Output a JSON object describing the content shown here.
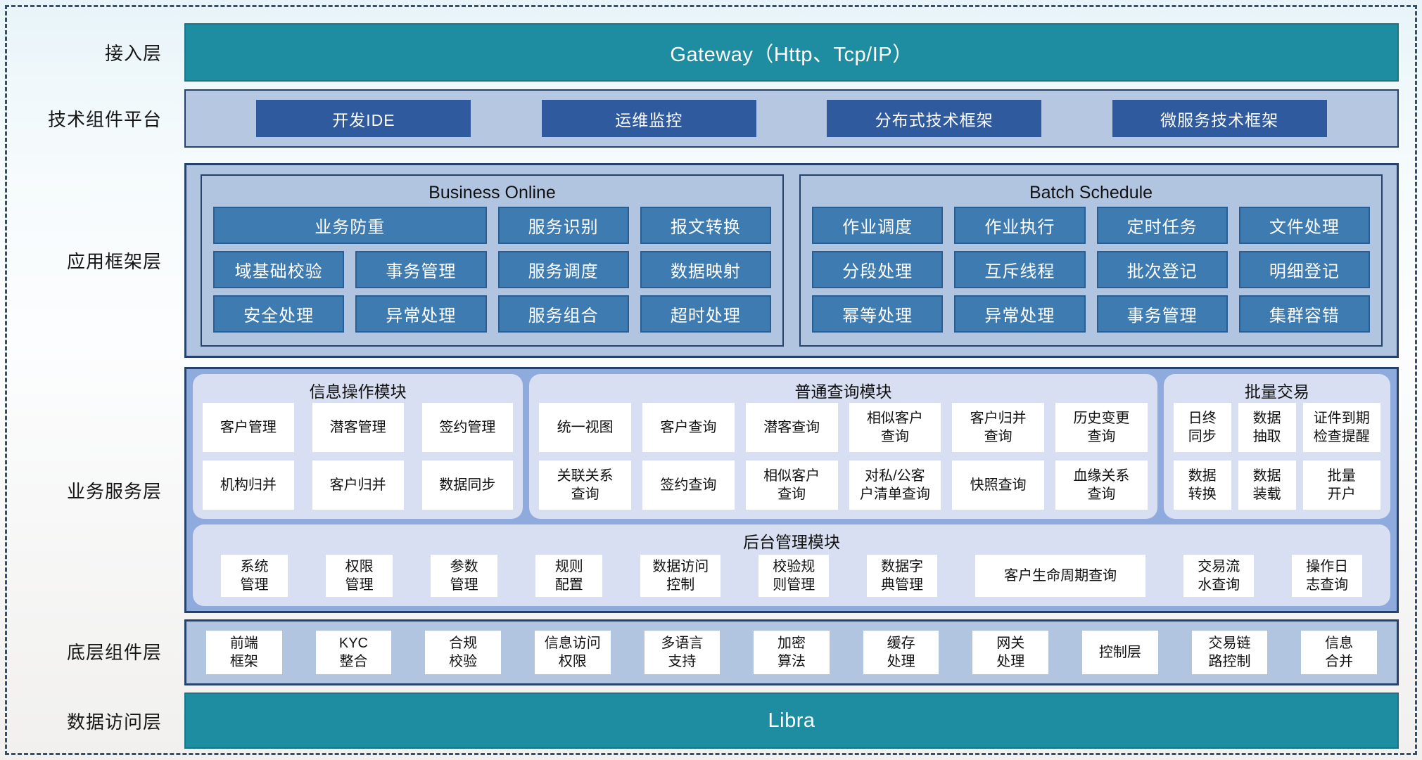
{
  "colors": {
    "teal_bar": "#1E8CA1",
    "dark_blue_button": "#2F5A9E",
    "steel_blue_button": "#3E7BB1",
    "container_light_blue": "#B2C5E0",
    "container_medium_blue": "#8FAADC",
    "panel_lavender": "#D8DFF2",
    "border_navy": "#24426B"
  },
  "access_layer": {
    "label": "接入层",
    "gateway": "Gateway（Http、Tcp/IP）"
  },
  "tech_platform": {
    "label": "技术组件平台",
    "buttons": [
      "开发IDE",
      "运维监控",
      "分布式技术框架",
      "微服务技术框架"
    ]
  },
  "app_framework": {
    "label": "应用框架层",
    "business_online": {
      "title": "Business Online",
      "buttons": [
        "业务防重",
        "服务识别",
        "报文转换",
        "域基础校验",
        "事务管理",
        "服务调度",
        "数据映射",
        "安全处理",
        "异常处理",
        "服务组合",
        "超时处理"
      ]
    },
    "batch_schedule": {
      "title": "Batch Schedule",
      "buttons": [
        "作业调度",
        "作业执行",
        "定时任务",
        "文件处理",
        "分段处理",
        "互斥线程",
        "批次登记",
        "明细登记",
        "幂等处理",
        "异常处理",
        "事务管理",
        "集群容错"
      ]
    }
  },
  "business_service": {
    "label": "业务服务层",
    "info_module": {
      "title": "信息操作模块",
      "buttons": [
        "客户管理",
        "潜客管理",
        "签约管理",
        "机构归并",
        "客户归并",
        "数据同步"
      ]
    },
    "query_module": {
      "title": "普通查询模块",
      "buttons": [
        "统一视图",
        "客户查询",
        "潜客查询",
        "相似客户\n查询",
        "客户归并\n查询",
        "历史变更\n查询",
        "关联关系\n查询",
        "签约查询",
        "相似客户\n查询",
        "对私/公客\n户清单查询",
        "快照查询",
        "血缘关系\n查询"
      ]
    },
    "batch_module": {
      "title": "批量交易",
      "buttons": [
        "日终\n同步",
        "数据\n抽取",
        "证件到期\n检查提醒",
        "数据\n转换",
        "数据\n装载",
        "批量\n开户"
      ]
    },
    "admin_module": {
      "title": "后台管理模块",
      "buttons": [
        "系统\n管理",
        "权限\n管理",
        "参数\n管理",
        "规则\n配置",
        "数据访问\n控制",
        "校验规\n则管理",
        "数据字\n典管理",
        "客户生命周期查询",
        "交易流\n水查询",
        "操作日\n志查询"
      ]
    }
  },
  "base_components": {
    "label": "底层组件层",
    "buttons": [
      "前端\n框架",
      "KYC\n整合",
      "合规\n校验",
      "信息访问\n权限",
      "多语言\n支持",
      "加密\n算法",
      "缓存\n处理",
      "网关\n处理",
      "控制层",
      "交易链\n路控制",
      "信息\n合并"
    ]
  },
  "data_access_layer": {
    "label": "数据访问层",
    "bar": "Libra"
  }
}
